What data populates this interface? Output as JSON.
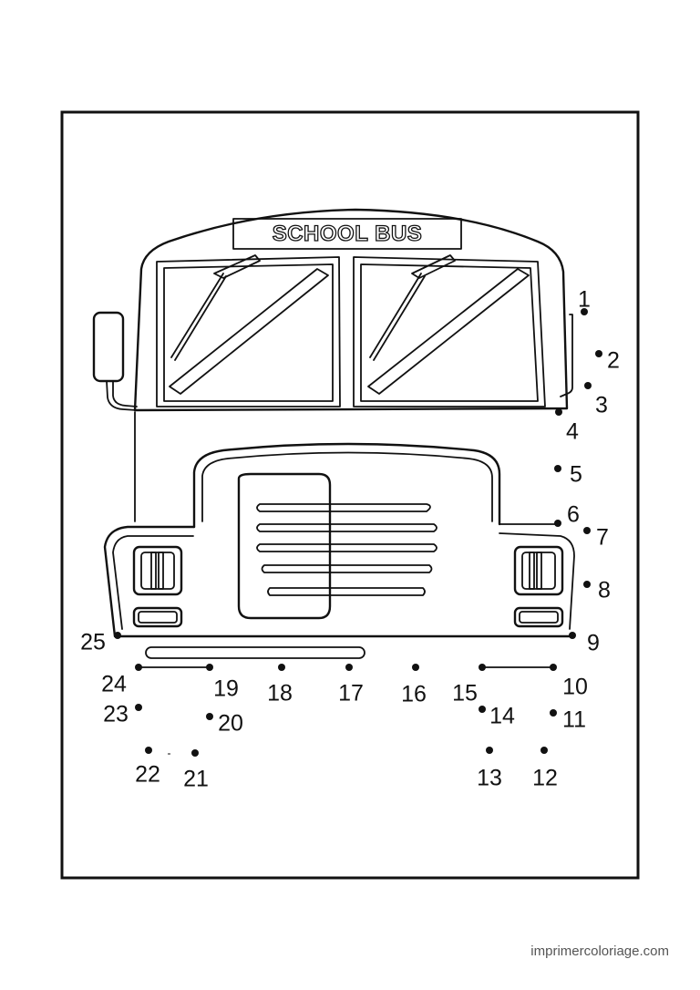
{
  "bus_title": "SCHOOL BUS",
  "credit": "imprimercoloriage.com",
  "dots": [
    {
      "n": "1"
    },
    {
      "n": "2"
    },
    {
      "n": "3"
    },
    {
      "n": "4"
    },
    {
      "n": "5"
    },
    {
      "n": "6"
    },
    {
      "n": "7"
    },
    {
      "n": "8"
    },
    {
      "n": "9"
    },
    {
      "n": "10"
    },
    {
      "n": "11"
    },
    {
      "n": "12"
    },
    {
      "n": "13"
    },
    {
      "n": "14"
    },
    {
      "n": "15"
    },
    {
      "n": "16"
    },
    {
      "n": "17"
    },
    {
      "n": "18"
    },
    {
      "n": "19"
    },
    {
      "n": "20"
    },
    {
      "n": "21"
    },
    {
      "n": "22"
    },
    {
      "n": "23"
    },
    {
      "n": "24"
    },
    {
      "n": "25"
    }
  ]
}
